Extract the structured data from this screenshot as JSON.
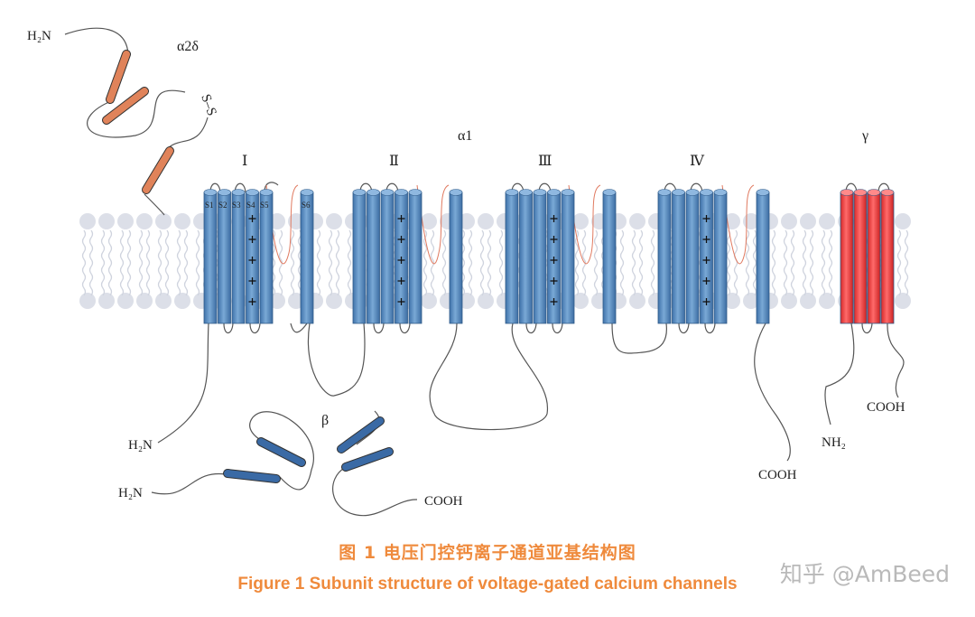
{
  "labels": {
    "a2d": "α2δ",
    "ss": "S–S",
    "a1": "α1",
    "beta": "β",
    "gamma": "γ",
    "domains": [
      "Ⅰ",
      "Ⅱ",
      "Ⅲ",
      "Ⅳ"
    ],
    "segments": [
      "S1",
      "S2",
      "S3",
      "S4",
      "S5",
      "S6"
    ],
    "h2n": "H₂N",
    "nh2": "NH₂",
    "cooh": "COOH"
  },
  "caption": {
    "cn": "图 1  电压门控钙离子通道亚基结构图",
    "en": "Figure 1  Subunit structure of voltage-gated calcium channels"
  },
  "watermark": "知乎 @AmBeed",
  "colors": {
    "membrane_head": "#dcdfe8",
    "helix_blue": "#5a90c6",
    "helix_orange": "#e0835a",
    "helix_red": "#e83838",
    "beta_helix": "#3a6aa5",
    "loop_red": "#e06a50",
    "caption": "#ef8a3c"
  }
}
